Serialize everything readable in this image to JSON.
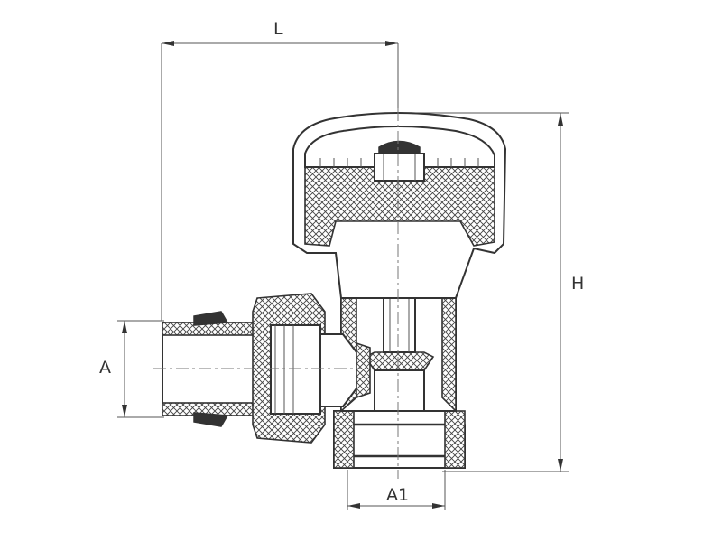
{
  "dimensions": {
    "length": "L",
    "height": "H",
    "inlet": "A",
    "outlet": "A1"
  },
  "colors": {
    "line": "#333333",
    "background": "#ffffff"
  }
}
